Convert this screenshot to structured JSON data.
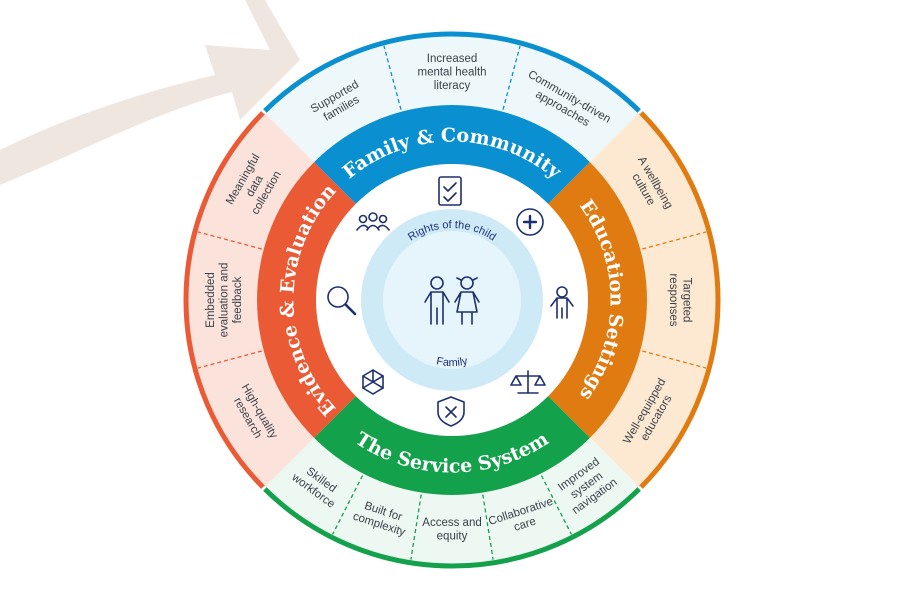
{
  "colors": {
    "family": "#0a8fd0",
    "education": "#e07b12",
    "service": "#14a14b",
    "evidence": "#ea5a35",
    "family_outer_bg": "#eef8fb",
    "education_outer_bg": "#fde9d2",
    "service_outer_bg": "#eef8f2",
    "evidence_outer_bg": "#fbe3dc",
    "inner_ring": "#cfeaf7",
    "inner_bg": "#e6f4fb",
    "icon": "#1d2f6f",
    "swoosh": "#efe6e0"
  },
  "sections": {
    "family": {
      "title": "Family & Community",
      "items": [
        "Supported families",
        "Increased mental health literacy",
        "Community-driven approaches"
      ]
    },
    "education": {
      "title": "Education Settings",
      "items": [
        "A wellbeing culture",
        "Targeted responses",
        "Well-equipped educators"
      ]
    },
    "service": {
      "title": "The Service System",
      "items": [
        "Improved system navigation",
        "Collaborative care",
        "Access and equity",
        "Built for complexity",
        "Skilled workforce"
      ]
    },
    "evidence": {
      "title": "Evidence & Evaluation",
      "items": [
        "High-quality research",
        "Embedded evaluation and feedback",
        "Meaningful data collection"
      ]
    }
  },
  "inner": {
    "top_label": "Rights of the child",
    "bottom_label": "Family"
  },
  "icons": [
    "group-icon",
    "checklist-icon",
    "plus-badge-icon",
    "child-icon",
    "scales-icon",
    "shield-x-icon",
    "network-icon",
    "magnifier-icon",
    "children-icon"
  ]
}
